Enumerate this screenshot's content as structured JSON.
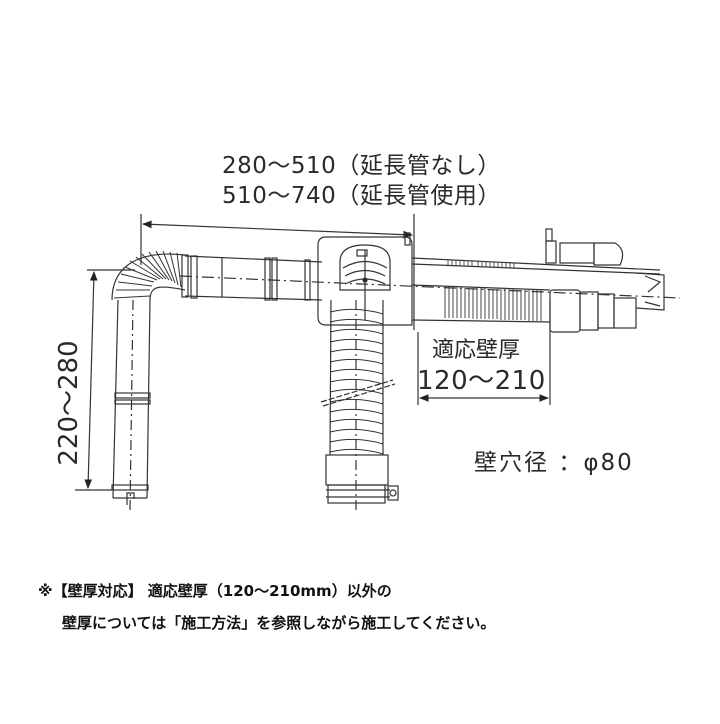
{
  "diagram": {
    "subject": "Wall-through exhaust pipe installation dimensions",
    "dimensions": {
      "horizontal": {
        "without_extension": {
          "range": "280～510",
          "note": "（延長管なし）"
        },
        "with_extension": {
          "range": "510～740",
          "note": "（延長管使用）"
        }
      },
      "vertical": {
        "range": "220～280"
      },
      "wall_thickness": {
        "title": "適応壁厚",
        "range": "120～210"
      },
      "wall_hole": {
        "label": "壁穴径",
        "separator": "：",
        "value": "φ80"
      }
    },
    "components": [
      "flexible-elbow",
      "vertical-pipe",
      "straight-pipe",
      "joint-box",
      "flexible-hose",
      "hose-clamp",
      "wall-sleeve",
      "outer-vent-cap"
    ]
  },
  "notes": {
    "line1": "※【壁厚対応】 適応壁厚（120～210mm）以外の",
    "line2": "壁厚については「施工方法」を参照しながら施工してください。"
  },
  "colors": {
    "line": "#333333",
    "text": "#2a2a2a",
    "background": "#ffffff"
  }
}
